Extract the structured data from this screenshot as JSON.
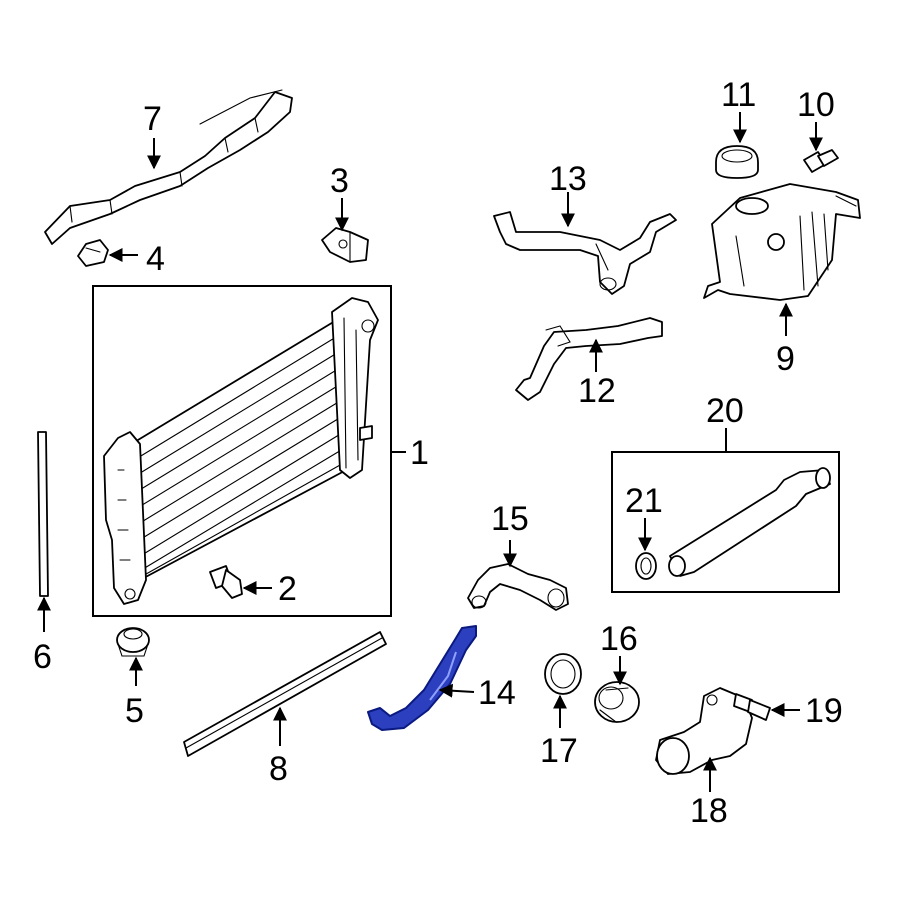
{
  "callouts": {
    "c1": "1",
    "c2": "2",
    "c3": "3",
    "c4": "4",
    "c5": "5",
    "c6": "6",
    "c7": "7",
    "c8": "8",
    "c9": "9",
    "c10": "10",
    "c11": "11",
    "c12": "12",
    "c13": "13",
    "c14": "14",
    "c15": "15",
    "c16": "16",
    "c17": "17",
    "c18": "18",
    "c19": "19",
    "c20": "20",
    "c21": "21"
  },
  "colors": {
    "line": "#000000",
    "highlight": "#2b3fbf",
    "background": "#ffffff"
  }
}
